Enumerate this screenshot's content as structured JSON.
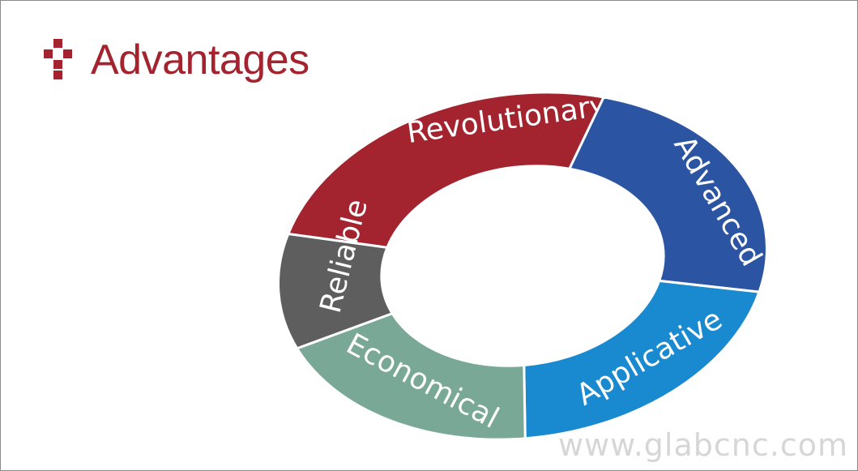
{
  "title": "Advantages",
  "colors": {
    "title": "#a3232e",
    "logo": "#a3232e",
    "revolutionary": "#a3232e",
    "advanced": "#2b55a3",
    "applicative": "#1a8ad0",
    "economical": "#79a996",
    "reliable": "#5e5e5e",
    "separator": "#ffffff"
  },
  "logo_icon": "plus-blocks-icon",
  "segments": [
    {
      "label": "Revolutionary",
      "color_key": "revolutionary"
    },
    {
      "label": "Advanced",
      "color_key": "advanced"
    },
    {
      "label": "Applicative",
      "color_key": "applicative"
    },
    {
      "label": "Economical",
      "color_key": "economical"
    },
    {
      "label": "Reliable",
      "color_key": "reliable"
    }
  ],
  "watermark": "www.glabcnc.com"
}
